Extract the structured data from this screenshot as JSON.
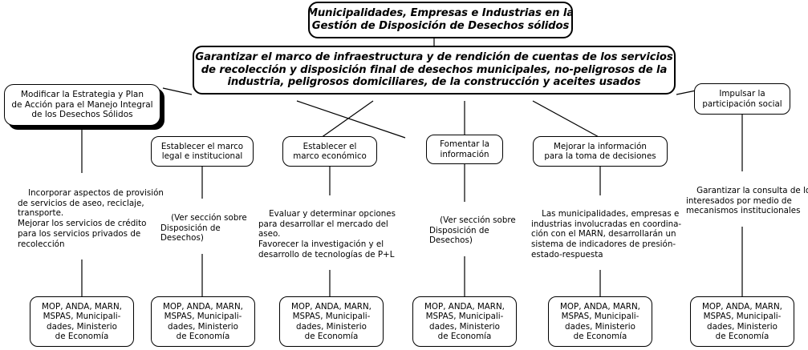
{
  "diagram": {
    "type": "hierarchical-flowchart",
    "title_box": {
      "text": "Municipalidades, Empresas e Industrias en la\nGestión de Disposición de Desechos sólidos",
      "style": "bold-italic-thick-border"
    },
    "objective_box": {
      "text": "Garantizar el marco de infraestructura y de rendición de cuentas de los servicios\nde recolección y disposición final de desechos municipales, no-peligrosos de la\nindustria, peligrosos domiciliares, de la construcción y aceites usados",
      "style": "bold-italic-thick-border"
    },
    "left_branch": {
      "box": "Modificar la Estrategia y Plan\nde Acción para el Manejo Integral\nde los Desechos Sólidos",
      "detail": "Incorporar aspectos de provisión\nde servicios de aseo, reciclaje,\ntransporte.\nMejorar los servicios de crédito\npara los servicios privados de\nrecolección",
      "actors": "MOP, ANDA, MARN,\nMSPAS, Municipali-\ndades, Ministerio\nde Economía"
    },
    "right_branch": {
      "box": "Impulsar la\nparticipación social",
      "detail": "Garantizar la consulta de los\ninteresados por medio de\nmecanismos institucionales",
      "actors": "MOP, ANDA, MARN,\nMSPAS, Municipali-\ndades, Ministerio\nde Economía"
    },
    "middle_branches": [
      {
        "box": "Establecer el marco\nlegal e institucional",
        "detail": "(Ver sección sobre\nDisposición de\nDesechos)",
        "actors": "MOP, ANDA, MARN,\nMSPAS, Municipali-\ndades, Ministerio\nde Economía"
      },
      {
        "box": "Establecer el\nmarco económico",
        "detail": "Evaluar y determinar opciones\npara desarrollar el mercado del\naseo.\nFavorecer la investigación y el\ndesarrollo de tecnologías de P+L",
        "actors": "MOP, ANDA, MARN,\nMSPAS, Municipali-\ndades, Ministerio\nde Economía"
      },
      {
        "box": "Fomentar la\ninformación",
        "detail": "(Ver sección sobre\nDisposición de\nDesechos)",
        "actors": "MOP, ANDA, MARN,\nMSPAS, Municipali-\ndades, Ministerio\nde Economía"
      },
      {
        "box": "Mejorar la información\npara la toma de decisiones",
        "detail": "Las municipalidades, empresas e\nindustrias involucradas en coordina-\nción con el MARN, desarrollarán un\nsistema de indicadores de presión-\nestado-respuesta",
        "actors": "MOP, ANDA, MARN,\nMSPAS, Municipali-\ndades, Ministerio\nde Economía"
      }
    ],
    "colors": {
      "stroke": "#000000",
      "background": "#ffffff",
      "text": "#000000"
    }
  }
}
